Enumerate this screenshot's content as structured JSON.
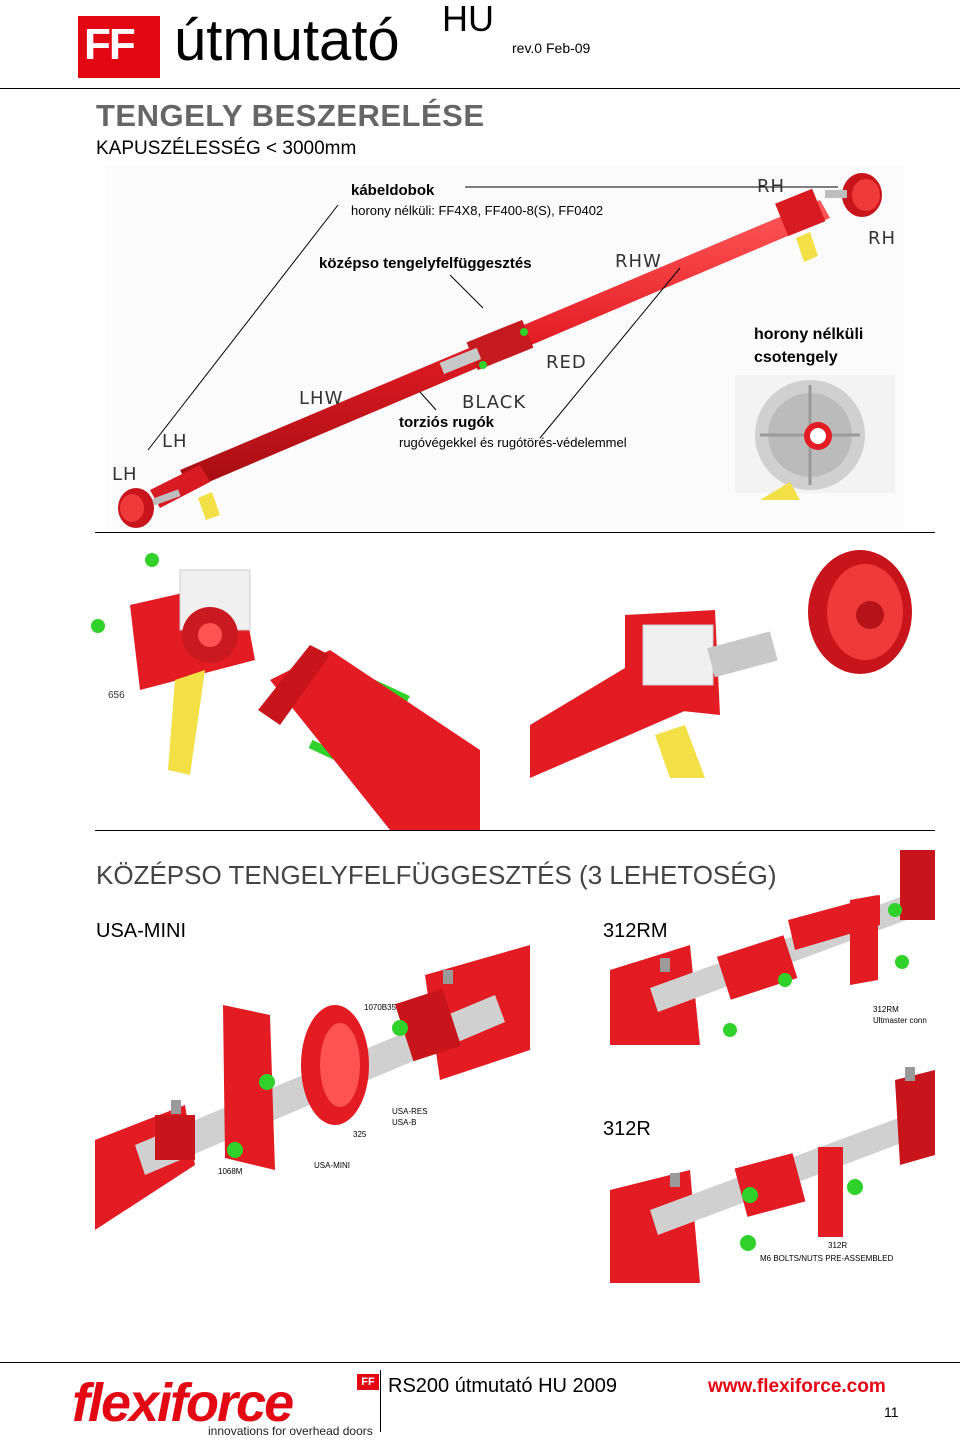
{
  "header": {
    "logo_text": "FF",
    "title": "útmutató",
    "lang": "HU",
    "revision": "rev.0 Feb-09"
  },
  "page": {
    "title": "TENGELY BESZERELÉSE",
    "subtitle": "KAPUSZÉLESSÉG < 3000mm"
  },
  "diagram": {
    "cable_drums": "kábeldobok",
    "cable_drums_sub": "horony nélküli: FF4X8, FF400-8(S), FF0402",
    "center_support": "középso tengelyfelfüggesztés",
    "shaft_label_1": "horony nélküli",
    "shaft_label_2": "csotengely",
    "springs": "torziós rugók",
    "springs_sub": "rugóvégekkel és rugótörés-védelemmel",
    "tags": {
      "rh_top": "RH",
      "rh_right": "RH",
      "rhw": "RHW",
      "red": "RED",
      "black": "BLACK",
      "lhw": "LHW",
      "lh_upper": "LH",
      "lh_lower": "LH"
    }
  },
  "exploded": {
    "part_656": "656"
  },
  "section": {
    "title": "KÖZÉPSO TENGELYFELFÜGGESZTÉS (3 LEHETOSÉG)",
    "options": {
      "usa_mini": "USA-MINI",
      "rm312": "312RM",
      "r312": "312R"
    },
    "usa_parts": {
      "p1070b35": "1070B35",
      "usa_res": "USA-RES",
      "usa_b": "USA-B",
      "p325": "325",
      "p1068m": "1068M",
      "usa_mini_cap": "USA-MINI"
    },
    "rm_parts": {
      "name": "312RM",
      "desc": "Ultmaster conn"
    },
    "r_parts": {
      "name": "312R",
      "desc": "M6 BOLTS/NUTS PRE-ASSEMBLED"
    }
  },
  "footer": {
    "brand": "flexiforce",
    "brand_ff": "FF",
    "tagline": "innovations for overhead doors",
    "doc": "RS200 útmutató HU 2009",
    "url": "www.flexiforce.com",
    "page_number": "11"
  },
  "colors": {
    "brand_red": "#e30613",
    "part_red": "#e31b23",
    "bolt_green": "#2fd12a",
    "warning_yellow": "#f2e046",
    "shaft_grey": "#c8c8c8"
  }
}
